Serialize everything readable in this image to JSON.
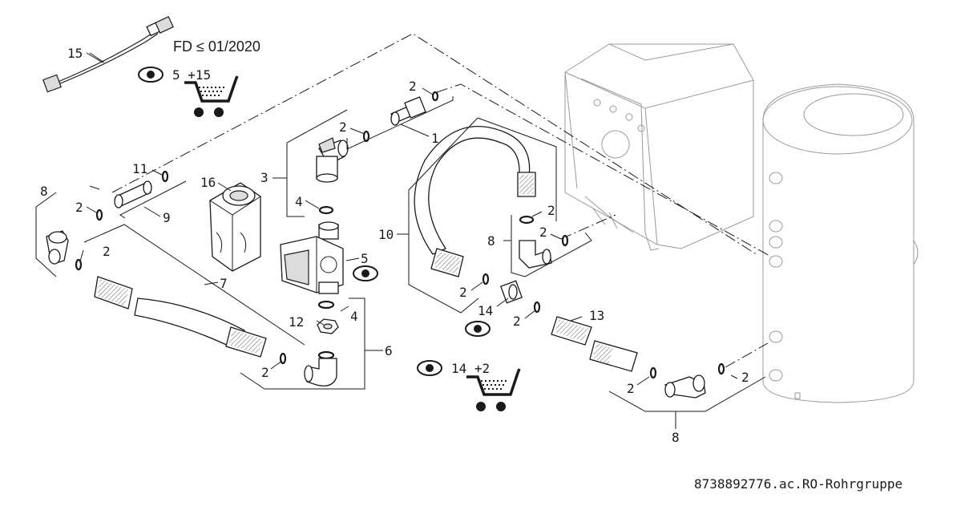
{
  "callouts": {
    "p1": "1",
    "p2": "2",
    "p3": "3",
    "p4": "4",
    "p5": "5",
    "p6": "6",
    "p7": "7",
    "p8": "8",
    "p9": "9",
    "p10": "10",
    "p11": "11",
    "p12": "12",
    "p13": "13",
    "p14": "14",
    "p15": "15",
    "p16": "16"
  },
  "notes": {
    "fd_note": "FD ≤ 01/2020",
    "set_a": "5 +15",
    "set_b": "14 +2"
  },
  "footer": {
    "drawing_id": "8738892776.ac.RO-Rohrgruppe"
  },
  "icons": [
    "eye-icon",
    "shopping-cart-icon"
  ]
}
